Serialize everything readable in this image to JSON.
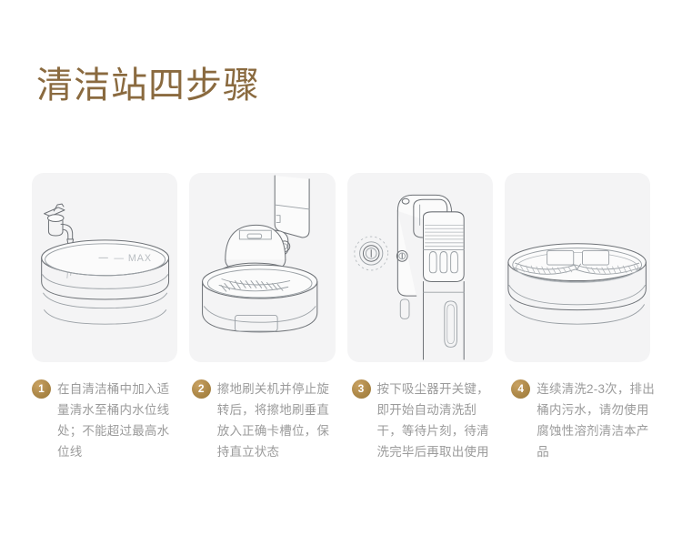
{
  "page": {
    "title": "清洁站四步骤",
    "title_color": "#8a6a3f",
    "background_color": "#ffffff",
    "panel_background_color": "#f4f4f5",
    "step_text_color": "#9b9b9b",
    "badge_color": "#b08b4b"
  },
  "panels": [
    {
      "id": "panel-fill-water",
      "illustration": "faucet-filling-tub",
      "label": "— MAX",
      "description": "水龙头向自清洁桶内注水，桶身标有MAX最高水位线"
    },
    {
      "id": "panel-dock-brush",
      "illustration": "mop-brush-docked-in-station",
      "label": "",
      "description": "擦地刷垂直放入清洁站卡槽"
    },
    {
      "id": "panel-power-button",
      "illustration": "handheld-vacuum-with-power-button",
      "label": "",
      "description": "吸尘器开关键特写"
    },
    {
      "id": "panel-tub-top-view",
      "illustration": "cleaning-tub-top-view-with-brushes",
      "label": "",
      "description": "清洁桶俯视图，内置滚刷"
    }
  ],
  "steps": [
    {
      "number": "1",
      "text": "在自清洁桶中加入适量清水至桶内水位线处；不能超过最高水位线"
    },
    {
      "number": "2",
      "text": "擦地刷关机并停止旋转后，将擦地刷垂直放入正确卡槽位，保持直立状态"
    },
    {
      "number": "3",
      "text": "按下吸尘器开关键，即开始自动清洗刮干，等待片刻，待清洗完毕后再取出使用"
    },
    {
      "number": "4",
      "text": "连续清洗2-3次，排出桶内污水，请勿使用腐蚀性溶剂清洁本产品"
    }
  ]
}
